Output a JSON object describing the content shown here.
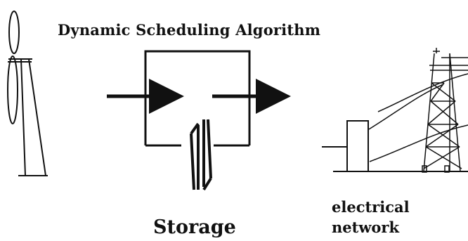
{
  "diagram": {
    "title": "Dynamic Scheduling Algorithm",
    "storage_label": "Storage",
    "network_label_line1": "electrical",
    "network_label_line2": "network"
  },
  "icons": {
    "wind_turbine": "wind-turbine-icon",
    "power_tower": "power-tower-icon",
    "substation": "substation-icon"
  },
  "colors": {
    "stroke": "#111111",
    "background": "#ffffff"
  }
}
